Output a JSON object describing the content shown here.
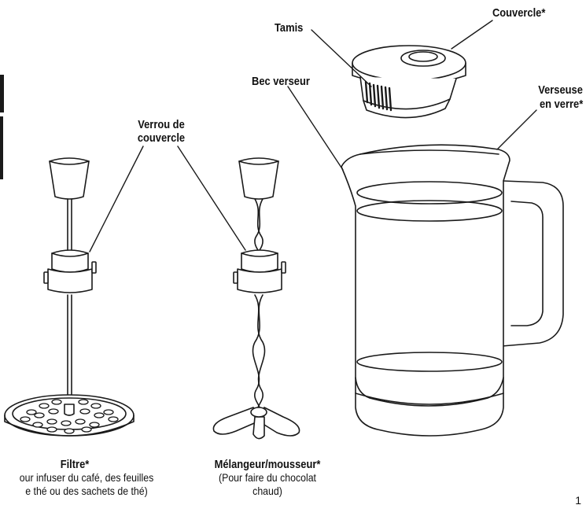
{
  "labels": {
    "lid": "Couvercle*",
    "strainer": "Tamis",
    "spout": "Bec verseur",
    "carafe_line1": "Verseuse",
    "carafe_line2": "en verre*",
    "lid_lock_line1": "Verrou de",
    "lid_lock_line2": "couvercle"
  },
  "captions": {
    "filter_title": "Filtre*",
    "filter_line1": "our infuser du café, des feuilles",
    "filter_line2": "e thé ou des sachets de thé)",
    "mixer_title": "Mélangeur/mousseur*",
    "mixer_line1": "(Pour faire du chocolat",
    "mixer_line2": "chaud)"
  },
  "page_number": "1",
  "icons": [
    "filter-plunger-icon",
    "frother-plunger-icon",
    "lid-icon",
    "glass-carafe-icon"
  ]
}
